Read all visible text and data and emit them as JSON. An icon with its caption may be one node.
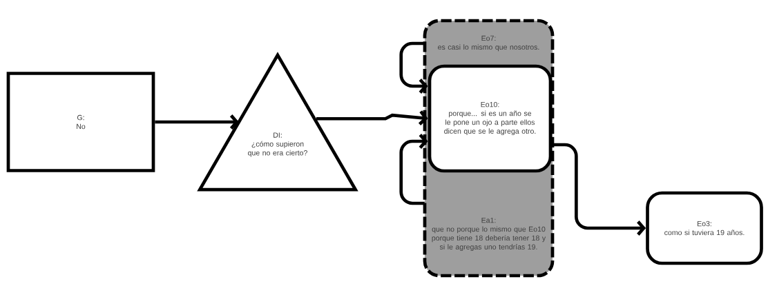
{
  "diagram": {
    "nodes": [
      {
        "text": [
          "G:",
          "No"
        ]
      },
      {
        "text": [
          "DI:",
          "¿cómo supieron que no era cierto?"
        ]
      },
      {
        "text": [
          "Eo7:",
          "es casi lo mismo que nosotros."
        ]
      },
      {
        "text": [
          "Eo10:",
          "porque... si es un año se le pone un ojo a parte ellos dicen que se le agrega otro."
        ]
      },
      {
        "text": [
          "Ea1:",
          "que no porque lo mismo que Eo10 porque tiene 18 debería tener 18 y si le agregas uno tendrías 19."
        ]
      },
      {
        "text": [
          "Eo3:",
          "como si tuviera 19 años."
        ]
      }
    ],
    "edges": [
      {
        "from": 0,
        "to": 1,
        "arrow": "to"
      },
      {
        "from": 1,
        "to": 3,
        "arrow": "to"
      },
      {
        "from": 2,
        "to": 3,
        "arrow": "to"
      },
      {
        "from": 4,
        "to": 3,
        "arrow": "to"
      },
      {
        "from": 3,
        "to": 5,
        "arrow": "to"
      }
    ]
  }
}
